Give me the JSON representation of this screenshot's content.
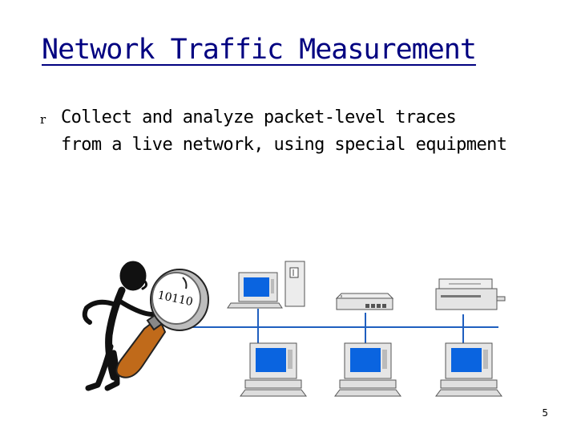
{
  "slide": {
    "title": "Network Traffic Measurement",
    "bullets": [
      {
        "marker": "r",
        "lines": [
          "Collect and analyze packet-level traces",
          "from a live network, using special equipment"
        ]
      }
    ],
    "magnifier_text": "10110",
    "page_number": "5"
  },
  "colors": {
    "title": "#000080",
    "network_line": "#1f5fbf",
    "screen": "#0a64e0",
    "magnifier_handle": "#c06a1a"
  }
}
